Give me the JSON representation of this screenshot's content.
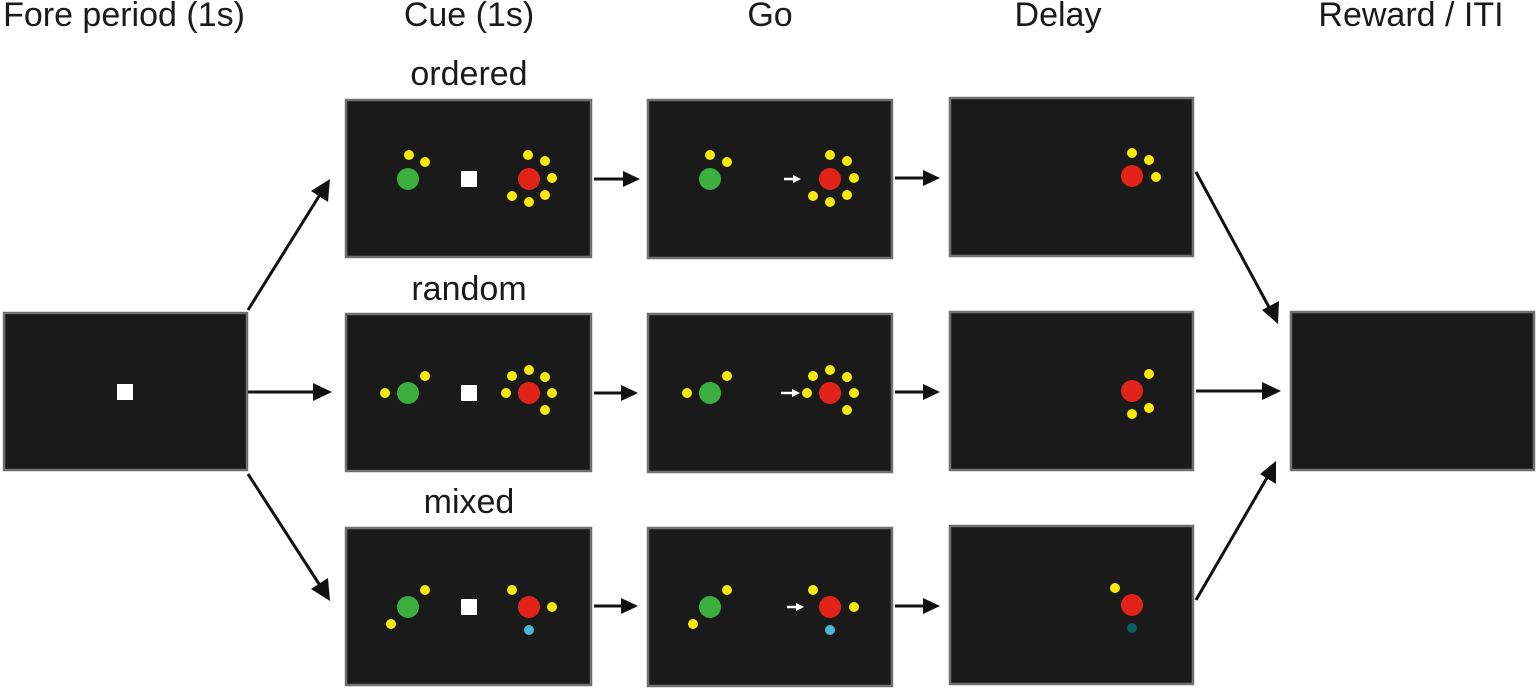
{
  "stages": [
    "Fore period (1s)",
    "Cue (1s)",
    "Go",
    "Delay",
    "Reward / ITI"
  ],
  "conditions": [
    "ordered",
    "random",
    "mixed"
  ],
  "colors": {
    "screen": "#1a1a1a",
    "screen_border": "#707070",
    "fixation": "#ffffff",
    "start_target": "#3bb03e",
    "end_target": "#e2231a",
    "sequence_dot": "#f6ea0c",
    "cyan_dot": "#4ab8d8",
    "dark_cyan_dot": "#0e5d62",
    "arrow": "#111111",
    "cursor_arrow": "#ffffff"
  }
}
